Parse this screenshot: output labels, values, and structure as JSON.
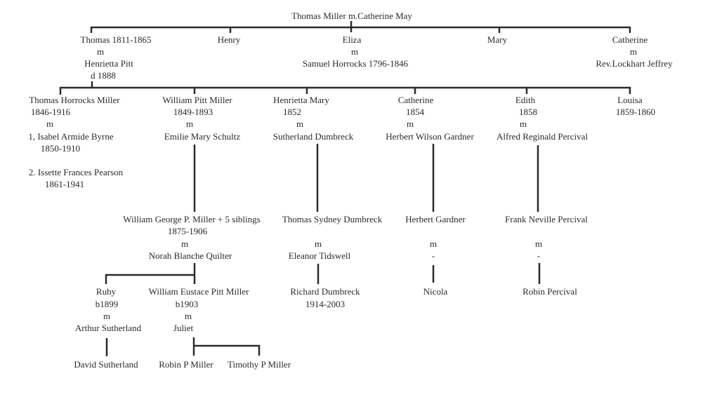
{
  "root": {
    "title": "Thomas Miller m.Catherine May"
  },
  "gen1": {
    "thomas": [
      "Thomas 1811-1865",
      "m",
      "Henrietta Pitt",
      "d 1888"
    ],
    "henry": [
      "Henry"
    ],
    "eliza": [
      "Eliza",
      "m",
      "Samuel Horrocks 1796-1846"
    ],
    "mary": [
      "Mary"
    ],
    "catherine": [
      "Catherine",
      "m",
      "Rev.Lockhart Jeffrey"
    ]
  },
  "gen2": {
    "thomas_horrocks": [
      "Thomas Horrocks Miller",
      "1846-1916",
      "m",
      "1, Isabel Armide Byrne",
      "1850-1910",
      "2. Issette Frances Pearson",
      "1861-1941"
    ],
    "william_pitt": [
      "William Pitt Miller",
      "1849-1893",
      "m",
      "Emilie Mary Schultz"
    ],
    "henrietta_mary": [
      "Henrietta Mary",
      "1852",
      "m",
      "Sutherland Dumbreck"
    ],
    "catherine": [
      "Catherine",
      "1854",
      "m",
      "Herbert Wilson Gardner"
    ],
    "edith": [
      "Edith",
      "1858",
      "m",
      "Alfred Reginald Percival"
    ],
    "louisa": [
      "Louisa",
      "1859-1860"
    ]
  },
  "gen3": {
    "william_george": [
      "William George P. Miller + 5 siblings",
      "1875-1906",
      "m",
      "Norah Blanche Quilter"
    ],
    "thomas_sydney": [
      "Thomas Sydney Dumbreck",
      "m",
      "Eleanor Tidswell"
    ],
    "herbert": [
      "Herbert Gardner",
      "m",
      "-"
    ],
    "frank": [
      "Frank Neville Percival",
      "m",
      "-"
    ]
  },
  "gen4": {
    "ruby": [
      "Ruby",
      "b1899",
      "m",
      "Arthur Sutherland"
    ],
    "william_eustace": [
      "William Eustace Pitt Miller",
      "b1903",
      "m",
      "Juliet"
    ],
    "richard": [
      "Richard Dumbreck",
      "1914-2003"
    ],
    "nicola": [
      "Nicola"
    ],
    "robin_percival": [
      "Robin Percival"
    ]
  },
  "gen5": {
    "david": [
      "David Sutherland"
    ],
    "robin_miller": [
      "Robin P Miller"
    ],
    "timothy": [
      "Timothy P Miller"
    ]
  }
}
